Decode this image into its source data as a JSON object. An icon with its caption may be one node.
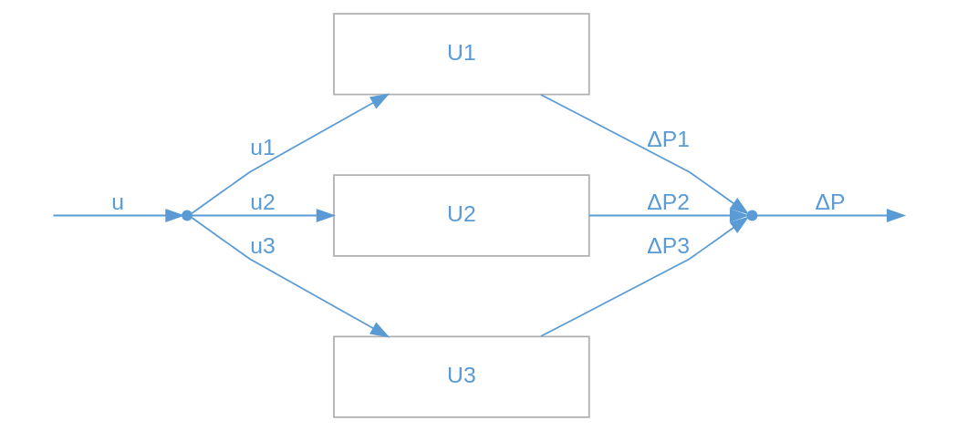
{
  "diagram": {
    "nodes": [
      {
        "text": [],
        "shape": "point"
      },
      {
        "text": [
          "U1"
        ]
      },
      {
        "text": [
          "U2"
        ]
      },
      {
        "text": [
          "U3"
        ]
      },
      {
        "text": [],
        "shape": "point"
      }
    ],
    "edges": [
      {
        "from": null,
        "to": 0,
        "arrow": "to",
        "label": "u"
      },
      {
        "from": 0,
        "to": 1,
        "arrow": "to",
        "label": "u1"
      },
      {
        "from": 0,
        "to": 2,
        "arrow": "to",
        "label": "u2"
      },
      {
        "from": 0,
        "to": 3,
        "arrow": "to",
        "label": "u3"
      },
      {
        "from": 1,
        "to": 4,
        "arrow": "to",
        "label": "ΔP1"
      },
      {
        "from": 2,
        "to": 4,
        "arrow": "to",
        "label": "ΔP2"
      },
      {
        "from": 3,
        "to": 4,
        "arrow": "to",
        "label": "ΔP3"
      },
      {
        "from": 4,
        "to": null,
        "arrow": "to",
        "label": "ΔP"
      }
    ]
  }
}
